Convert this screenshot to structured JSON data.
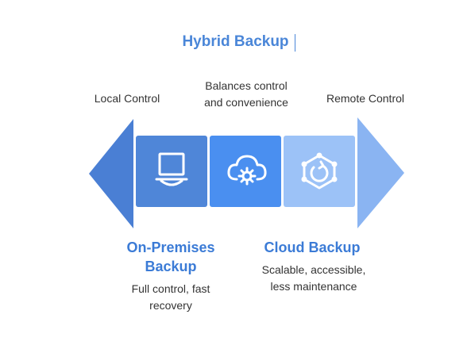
{
  "title": "Hybrid Backup",
  "top_labels": {
    "left": "Local Control",
    "center_line1": "Balances control",
    "center_line2": "and convenience",
    "right": "Remote Control"
  },
  "sections": {
    "on_premises": {
      "heading_line1": "On-Premises",
      "heading_line2": "Backup",
      "desc_line1": "Full control, fast",
      "desc_line2": "recovery",
      "icon": "laptop-icon"
    },
    "hybrid": {
      "icon": "cloud-gear-icon"
    },
    "cloud": {
      "heading": "Cloud Backup",
      "desc_line1": "Scalable, accessible,",
      "desc_line2": "less maintenance",
      "icon": "refresh-shield-icon"
    }
  },
  "colors": {
    "left_arrow": "#4a7fd4",
    "left_block": "#4f86d8",
    "center_block": "#4a8ff0",
    "right_block": "#9cc2f7",
    "right_arrow": "#8ab4f2",
    "title": "#4a86d8",
    "heading": "#3b7bd6"
  }
}
